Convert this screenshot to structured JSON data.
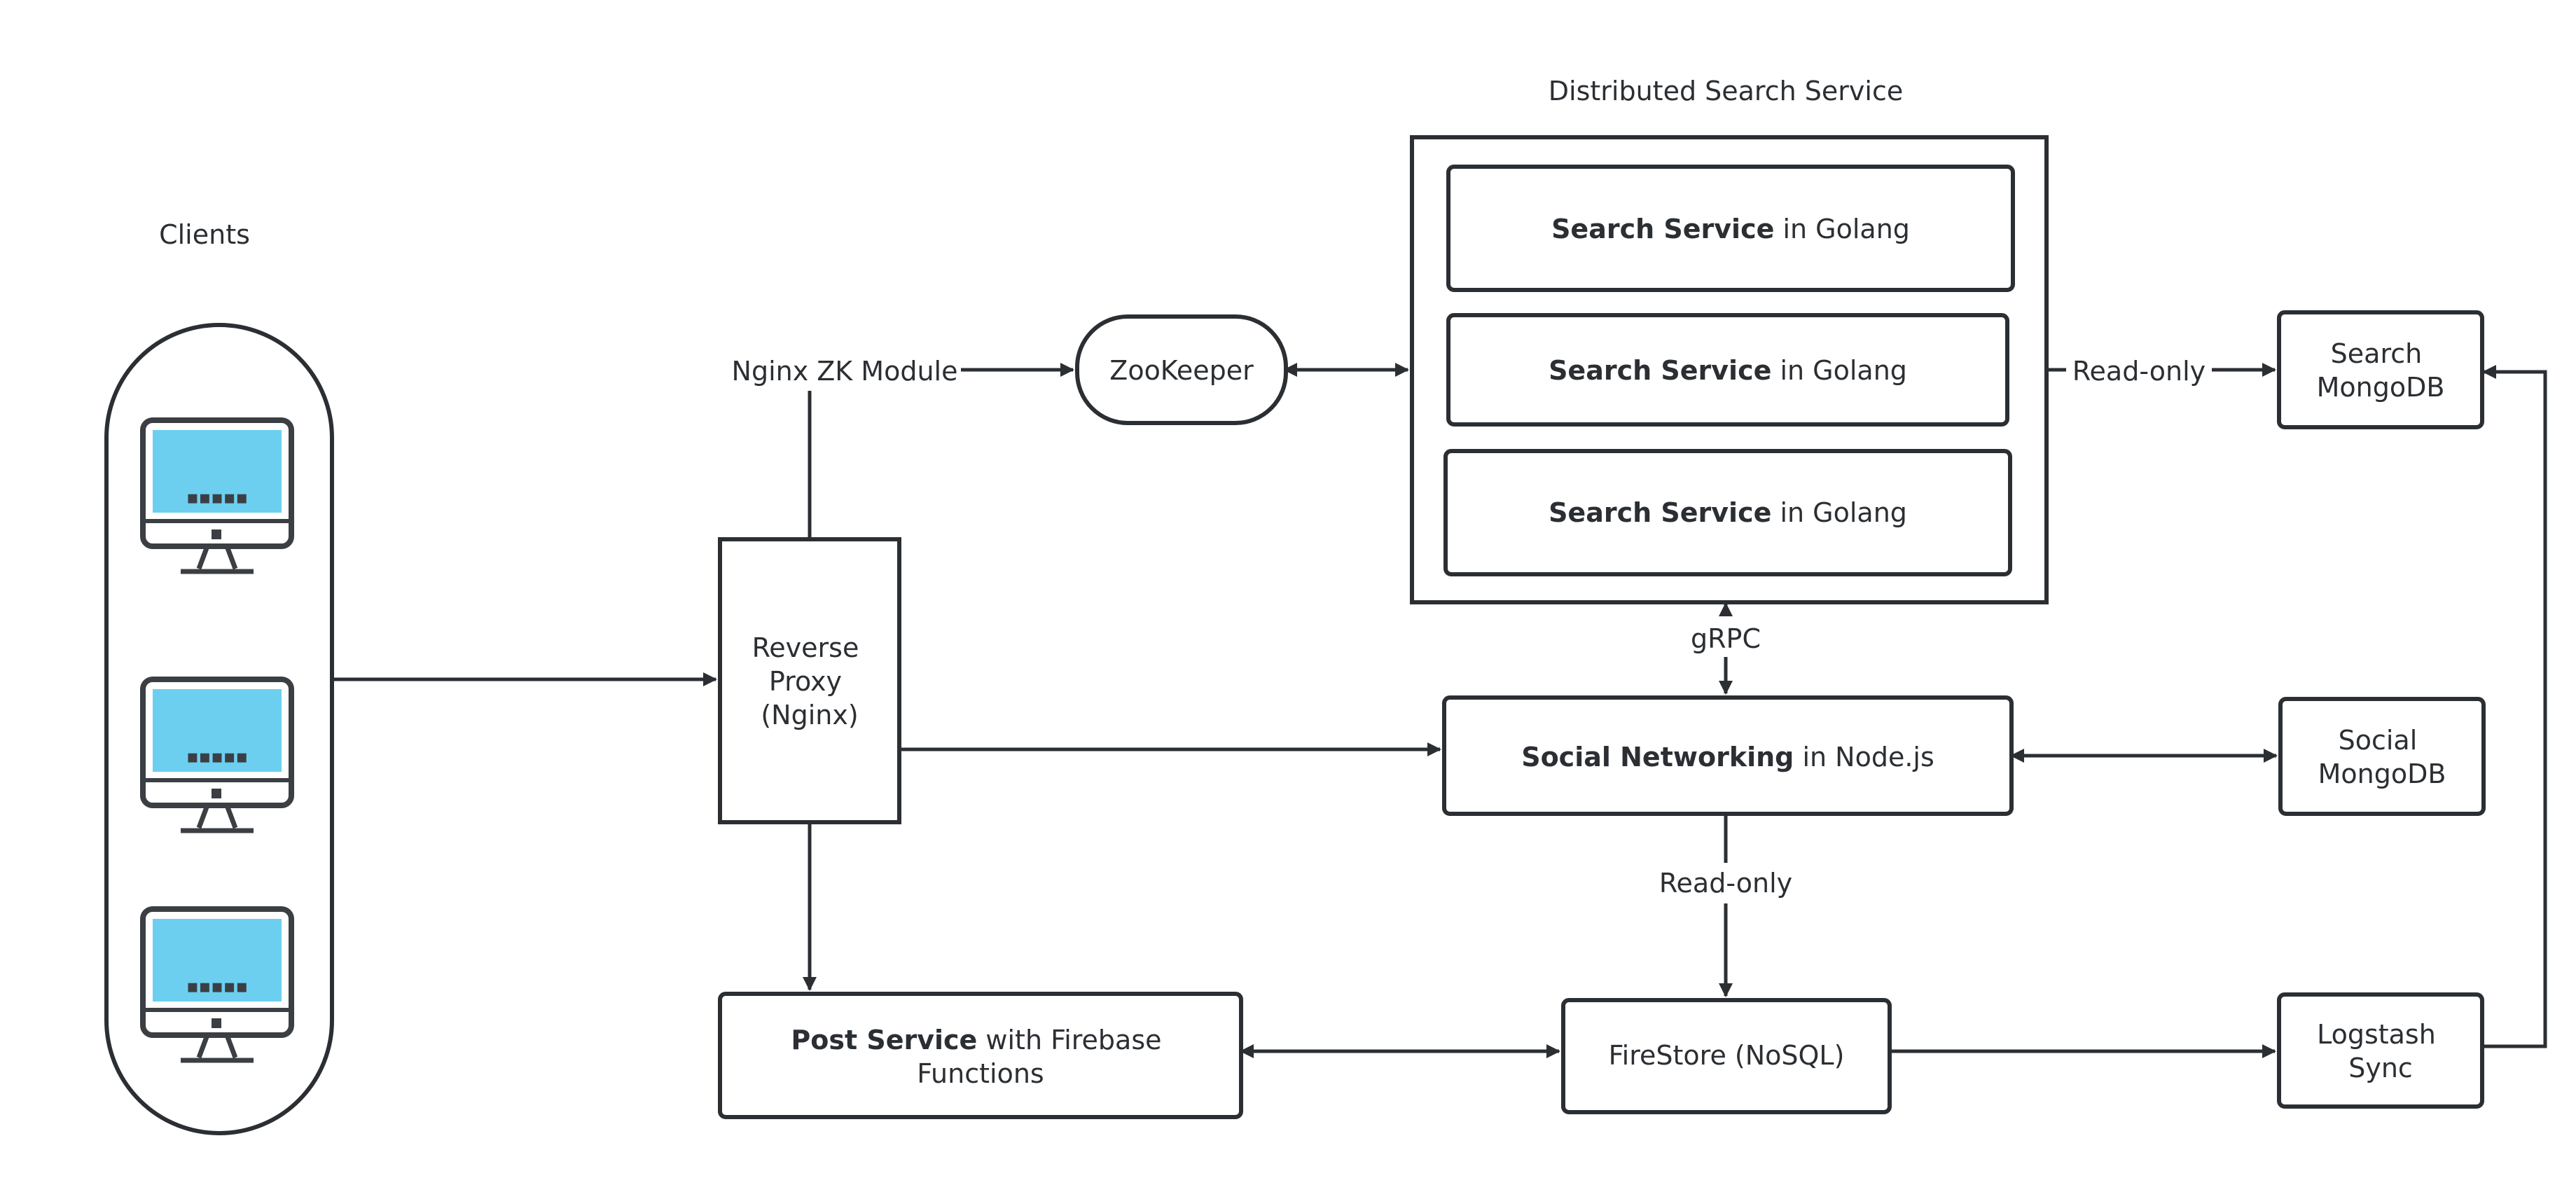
{
  "colors": {
    "stroke": "#2b2f33",
    "screen": "#6ccff0",
    "background": "#ffffff"
  },
  "icons": {
    "client_device": "desktop-monitor-icon"
  },
  "clients": {
    "title": "Clients",
    "devices": [
      "desktop-1",
      "desktop-2",
      "desktop-3"
    ]
  },
  "distributed_search": {
    "title": "Distributed Search Service",
    "instances": [
      {
        "bold": "Search Service",
        "rest": " in Golang"
      },
      {
        "bold": "Search Service",
        "rest": " in Golang"
      },
      {
        "bold": "Search Service",
        "rest": " in Golang"
      }
    ]
  },
  "nodes": {
    "reverse_proxy": {
      "lines": [
        "Reverse",
        "Proxy",
        "(Nginx)"
      ]
    },
    "zookeeper": {
      "label": "ZooKeeper"
    },
    "search_mongodb": {
      "lines": [
        "Search",
        "MongoDB"
      ]
    },
    "social_networking": {
      "bold": "Social Networking",
      "rest": " in Node.js"
    },
    "social_mongodb": {
      "lines": [
        "Social",
        "MongoDB"
      ]
    },
    "post_service": {
      "line1_bold": "Post Service",
      "line1_rest": " with Firebase",
      "line2": "Functions"
    },
    "firestore": {
      "label": "FireStore (NoSQL)"
    },
    "logstash": {
      "lines": [
        "Logstash",
        "Sync"
      ]
    }
  },
  "edge_labels": {
    "nginx_zk": "Nginx ZK Module",
    "search_readonly": "Read-only",
    "grpc": "gRPC",
    "social_readonly": "Read-only"
  }
}
